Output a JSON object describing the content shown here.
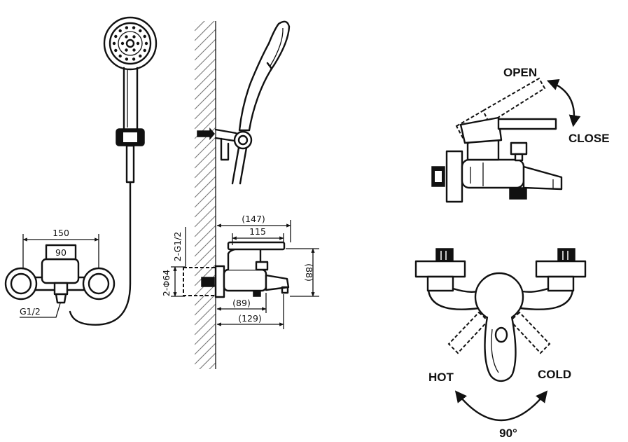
{
  "colors": {
    "line": "#111111",
    "background": "#ffffff"
  },
  "front_view": {
    "width_dim": "150",
    "handle_mark": "90",
    "inlet_label": "G1/2"
  },
  "side_view": {
    "overall_depth": "(147)",
    "handle_depth": "115",
    "height": "(88)",
    "body_depth": "(89)",
    "spout_reach": "(129)",
    "inlet_thread": "2-G1/2",
    "escutcheon": "2-Φ64"
  },
  "handle_operation": {
    "open_label": "OPEN",
    "close_label": "CLOSE"
  },
  "temperature_control": {
    "hot_label": "HOT",
    "cold_label": "COLD",
    "rotation_angle": "90°"
  }
}
